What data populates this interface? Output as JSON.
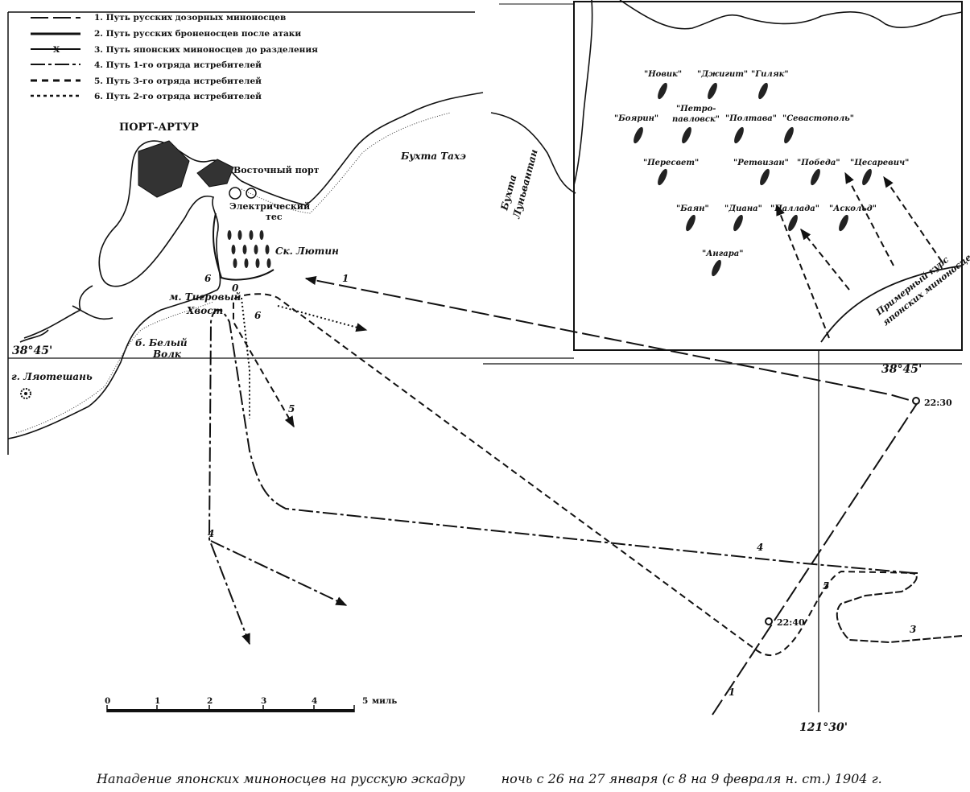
{
  "legend": [
    "1. Путь русских дозорных миноносцев",
    "2. Путь русских броненосцев после атаки",
    "3. Путь японских миноносцев до разделения",
    "4. Путь 1-го отряда истребителей",
    "5. Путь 3-го отряда истребителей",
    "6. Путь 2-го отряда истребителей"
  ],
  "places": {
    "port_arthur": "ПОРТ-АРТУР",
    "east_port": "Восточный порт",
    "electric_cliff_1": "Электрический",
    "electric_cliff_2": "тес",
    "lyutin": "Ск. Лютин",
    "tiger_tail_1": "м. Тигровый",
    "tiger_tail_2": "Хвост",
    "white_wolf_1": "б. Белый",
    "white_wolf_2": "Волк",
    "lyaoteshan": "г. Ляотешань",
    "tahe_bay": "Бухта Тахэ",
    "lunvantan_1": "Бухта",
    "lunvantan_2": "Луньвантан",
    "course_1": "Примерный курс",
    "course_2": "японских миноносцев"
  },
  "coordinates": {
    "lat_left": "38°45'",
    "lat_right": "38°45'",
    "lon": "121°30'"
  },
  "times": {
    "t1": "22:30",
    "t2": "22:40"
  },
  "track_numbers": {
    "n1a": "1",
    "n1b": "1",
    "n3": "3",
    "n4a": "4",
    "n4b": "4",
    "n5a": "5",
    "n5b": "5",
    "n6a": "6",
    "n6b": "6",
    "n0": "0"
  },
  "ships": [
    {
      "name": "\"Новик\""
    },
    {
      "name": "\"Джигит\""
    },
    {
      "name": "\"Гиляк\""
    },
    {
      "name": "\"Боярин\""
    },
    {
      "name": "\"Петро-",
      "name2": "павловск\""
    },
    {
      "name": "\"Полтава\""
    },
    {
      "name": "\"Севастополь\""
    },
    {
      "name": "\"Пересвет\""
    },
    {
      "name": "\"Ретвизан\""
    },
    {
      "name": "\"Победа\""
    },
    {
      "name": "\"Цесаревич\""
    },
    {
      "name": "\"Баян\""
    },
    {
      "name": "\"Диана\""
    },
    {
      "name": "\"Паллада\""
    },
    {
      "name": "\"Аскольд\""
    },
    {
      "name": "\"Ангара\""
    }
  ],
  "scale": {
    "ticks": [
      "0",
      "1",
      "2",
      "3",
      "4",
      "5"
    ],
    "unit": "миль"
  },
  "caption": {
    "left": "Нападение японских миноносцев на русскую эскадру",
    "right": "ночь с 26 на 27 января (с 8 на 9 февраля н. ст.) 1904 г."
  }
}
